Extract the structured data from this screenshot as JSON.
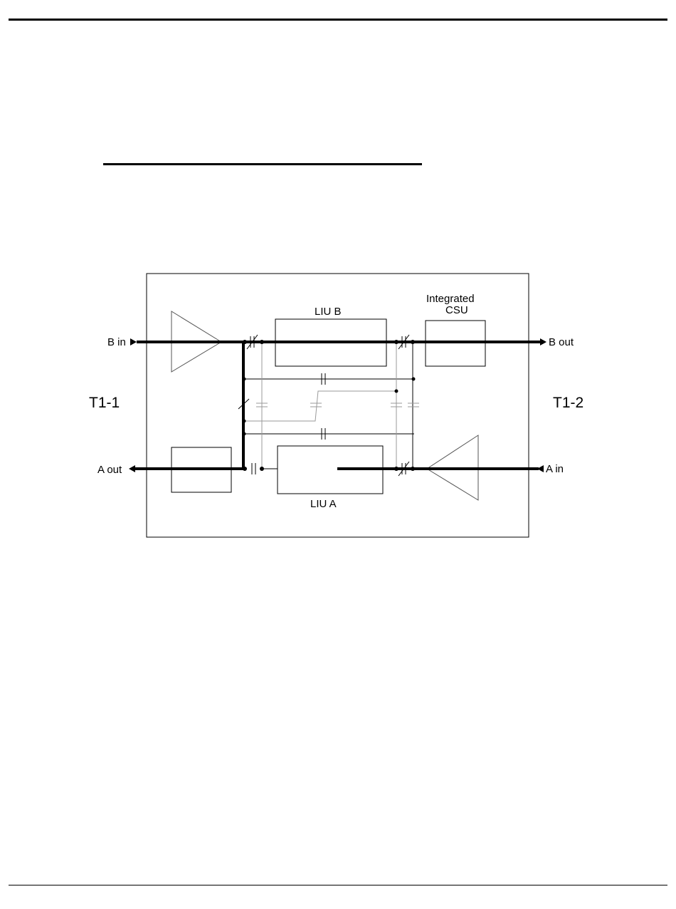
{
  "diagram": {
    "labels": {
      "b_in": "B in",
      "b_out": "B out",
      "a_out": "A out",
      "a_in": "A in",
      "t1_1": "T1-1",
      "t1_2": "T1-2",
      "liu_b": "LIU B",
      "liu_a": "LIU A",
      "csu_line1": "Integrated",
      "csu_line2": "CSU"
    }
  }
}
